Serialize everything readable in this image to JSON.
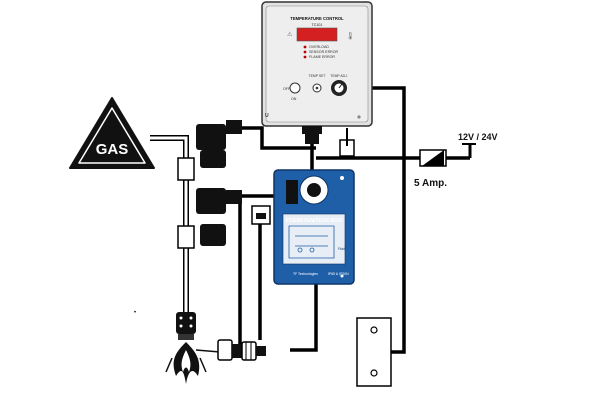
{
  "controller": {
    "title": "TEMPERATURE CONTROL",
    "model": "TC101",
    "leds": [
      "OVERLOAD",
      "SENSOR ERROR",
      "FLAME ERROR"
    ],
    "off_label": "OFF",
    "on_label": "ON",
    "temp_set_label": "TEMP SET",
    "temp_adj_label": "TEMP ADJ."
  },
  "ignition_box": {
    "title": "FCE60 IGNITION BOX",
    "maker": "TF Technologies",
    "rating": "IP65 & IP20N",
    "output_label": "Fluid",
    "colors": {
      "body": "#1f5fa8",
      "panel": "#e8eef6"
    }
  },
  "gas_sign": {
    "text": "GAS"
  },
  "supply": {
    "voltage": "12V / 24V",
    "fuse": "5 Amp."
  },
  "decor": {
    "dot": "•"
  }
}
